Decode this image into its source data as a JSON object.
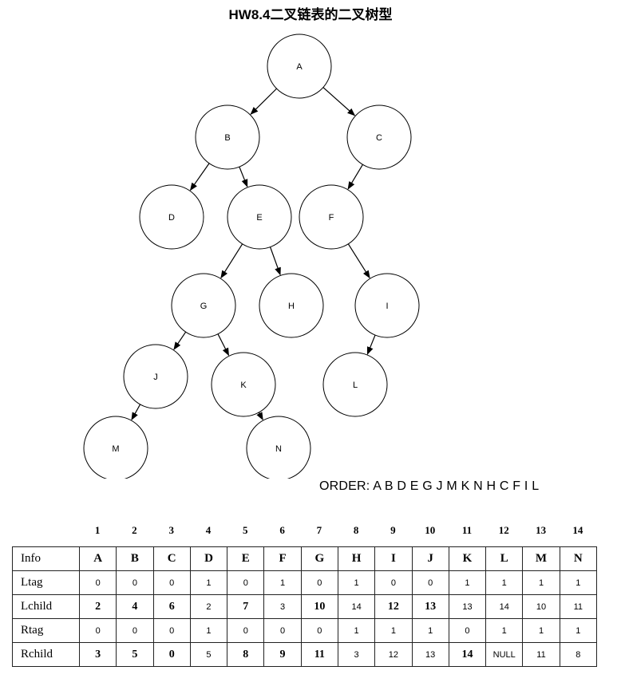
{
  "title": "HW8.4二叉链表的二叉树型",
  "tree": {
    "nodes": [
      {
        "id": "A",
        "label": "A"
      },
      {
        "id": "B",
        "label": "B"
      },
      {
        "id": "C",
        "label": "C"
      },
      {
        "id": "D",
        "label": "D"
      },
      {
        "id": "E",
        "label": "E"
      },
      {
        "id": "F",
        "label": "F"
      },
      {
        "id": "G",
        "label": "G"
      },
      {
        "id": "H",
        "label": "H"
      },
      {
        "id": "I",
        "label": "I"
      },
      {
        "id": "J",
        "label": "J"
      },
      {
        "id": "K",
        "label": "K"
      },
      {
        "id": "L",
        "label": "L"
      },
      {
        "id": "M",
        "label": "M"
      },
      {
        "id": "N",
        "label": "N"
      }
    ],
    "edges": [
      {
        "from": "A",
        "to": "B"
      },
      {
        "from": "A",
        "to": "C"
      },
      {
        "from": "B",
        "to": "D"
      },
      {
        "from": "B",
        "to": "E"
      },
      {
        "from": "C",
        "to": "F"
      },
      {
        "from": "E",
        "to": "G"
      },
      {
        "from": "E",
        "to": "H"
      },
      {
        "from": "F",
        "to": "I"
      },
      {
        "from": "G",
        "to": "J"
      },
      {
        "from": "G",
        "to": "K"
      },
      {
        "from": "I",
        "to": "L"
      },
      {
        "from": "J",
        "to": "M"
      },
      {
        "from": "K",
        "to": "N"
      }
    ]
  },
  "order": "ORDER: A B D E G J M K N H C F I L",
  "table": {
    "columns": [
      "1",
      "2",
      "3",
      "4",
      "5",
      "6",
      "7",
      "8",
      "9",
      "10",
      "11",
      "12",
      "13",
      "14"
    ],
    "rows": [
      {
        "label": "Info",
        "values": [
          "A",
          "B",
          "C",
          "D",
          "E",
          "F",
          "G",
          "H",
          "I",
          "J",
          "K",
          "L",
          "M",
          "N"
        ]
      },
      {
        "label": "Ltag",
        "values": [
          "0",
          "0",
          "0",
          "1",
          "0",
          "1",
          "0",
          "1",
          "0",
          "0",
          "1",
          "1",
          "1",
          "1"
        ]
      },
      {
        "label": "Lchild",
        "values": [
          "2",
          "4",
          "6",
          "2",
          "7",
          "3",
          "10",
          "14",
          "12",
          "13",
          "13",
          "14",
          "10",
          "11"
        ]
      },
      {
        "label": "Rtag",
        "values": [
          "0",
          "0",
          "0",
          "1",
          "0",
          "0",
          "0",
          "1",
          "1",
          "1",
          "0",
          "1",
          "1",
          "1"
        ]
      },
      {
        "label": "Rchild",
        "values": [
          "3",
          "5",
          "0",
          "5",
          "8",
          "9",
          "11",
          "3",
          "12",
          "13",
          "14",
          "NULL",
          "11",
          "8"
        ]
      }
    ]
  }
}
